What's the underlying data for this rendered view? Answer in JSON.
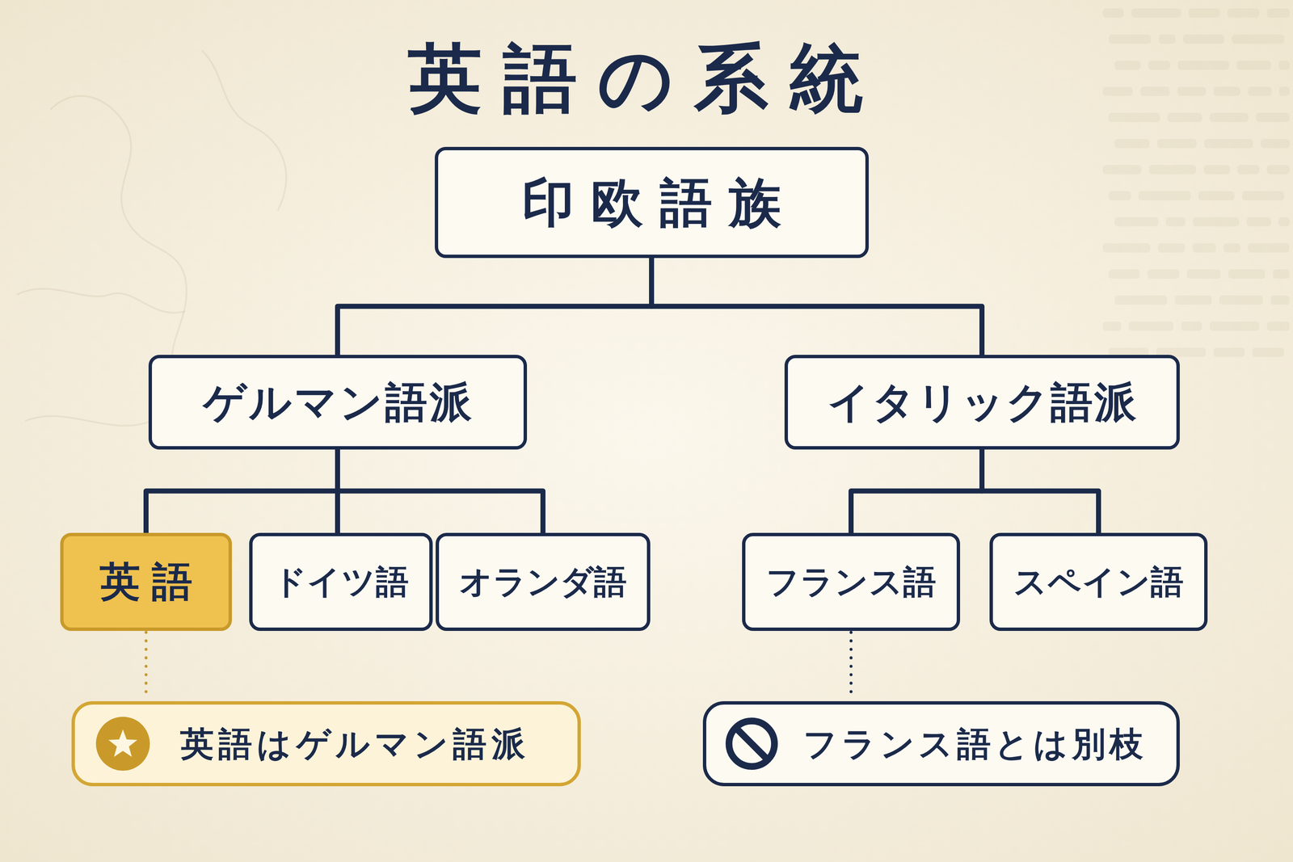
{
  "diagram": {
    "title": "英語の系統",
    "nodes": [
      {
        "text": [
          "印欧語族"
        ]
      },
      {
        "text": [
          "ゲルマン語派"
        ]
      },
      {
        "text": [
          "イタリック語派"
        ]
      },
      {
        "text": [
          "英語"
        ]
      },
      {
        "text": [
          "ドイツ語"
        ]
      },
      {
        "text": [
          "オランダ語"
        ]
      },
      {
        "text": [
          "フランス語"
        ]
      },
      {
        "text": [
          "スペイン語"
        ]
      },
      {
        "text": [
          "英語はゲルマン語派"
        ]
      },
      {
        "text": [
          "フランス語とは別枝"
        ]
      }
    ],
    "edges": [
      {
        "from": 0,
        "to": 1,
        "arrow": "none"
      },
      {
        "from": 0,
        "to": 2,
        "arrow": "none"
      },
      {
        "from": 1,
        "to": 3,
        "arrow": "none"
      },
      {
        "from": 1,
        "to": 4,
        "arrow": "none"
      },
      {
        "from": 1,
        "to": 5,
        "arrow": "none"
      },
      {
        "from": 2,
        "to": 6,
        "arrow": "none"
      },
      {
        "from": 2,
        "to": 7,
        "arrow": "none"
      },
      {
        "from": 3,
        "to": 8,
        "arrow": "none"
      },
      {
        "from": 6,
        "to": 9,
        "arrow": "none"
      }
    ]
  }
}
